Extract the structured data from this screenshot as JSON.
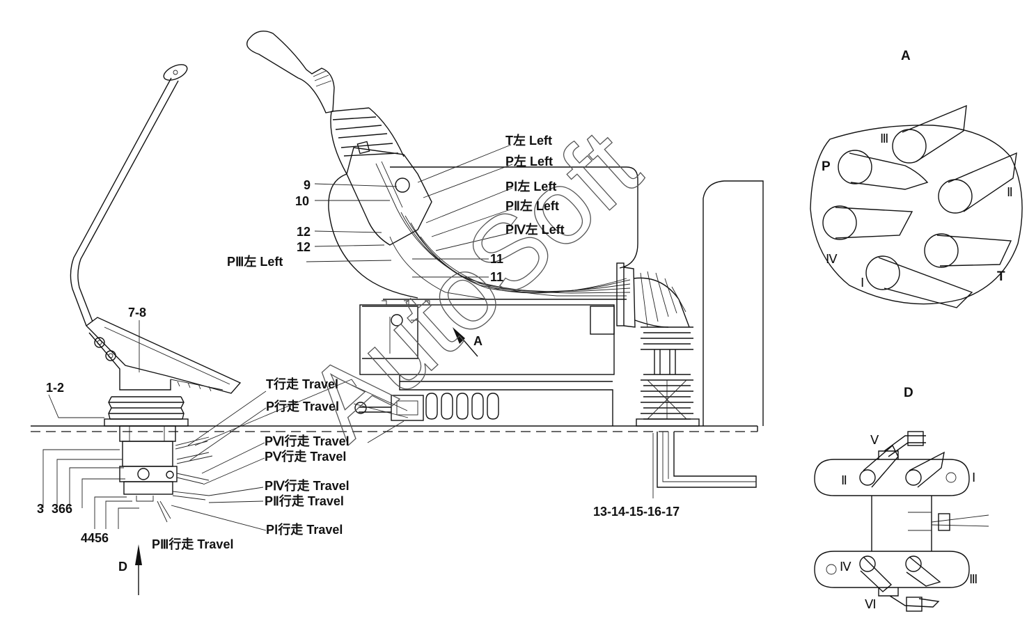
{
  "watermark": "AutoSoft",
  "labels": {
    "l_1_2": "1-2",
    "l_7_8": "7-8",
    "l_3": "3",
    "l_3_6_6": "366",
    "l_4_4_5_6": "4456",
    "l_9": "9",
    "l_10": "10",
    "l_12a": "12",
    "l_12b": "12",
    "l_11a": "11",
    "l_11b": "11",
    "l_13_17": "13-14-15-16-17",
    "t_left": "T左 Left",
    "p_left": "P左 Left",
    "p1_left": "PⅠ左 Left",
    "p2_left": "PⅡ左 Left",
    "p4_left": "PⅣ左 Left",
    "p3_left": "PⅢ左 Left",
    "t_travel": "T行走 Travel",
    "p_travel": "P行走 Travel",
    "p6_travel": "PⅥ行走 Travel",
    "p5_travel": "PⅤ行走 Travel",
    "p4_travel": "PⅣ行走 Travel",
    "p2_travel": "PⅡ行走 Travel",
    "p1_travel": "PⅠ行走 Travel",
    "p3_travel": "PⅢ行走 Travel",
    "arrow_a": "A",
    "arrow_d": "D"
  },
  "view_a": {
    "title": "A",
    "ports": {
      "p": "P",
      "t": "T",
      "i": "Ⅰ",
      "ii": "Ⅱ",
      "iii": "Ⅲ",
      "iv": "Ⅳ"
    }
  },
  "view_d": {
    "title": "D",
    "ports": {
      "i": "Ⅰ",
      "ii": "Ⅱ",
      "iii": "Ⅲ",
      "iv": "Ⅳ",
      "v": "Ⅴ",
      "vi": "Ⅵ"
    }
  }
}
